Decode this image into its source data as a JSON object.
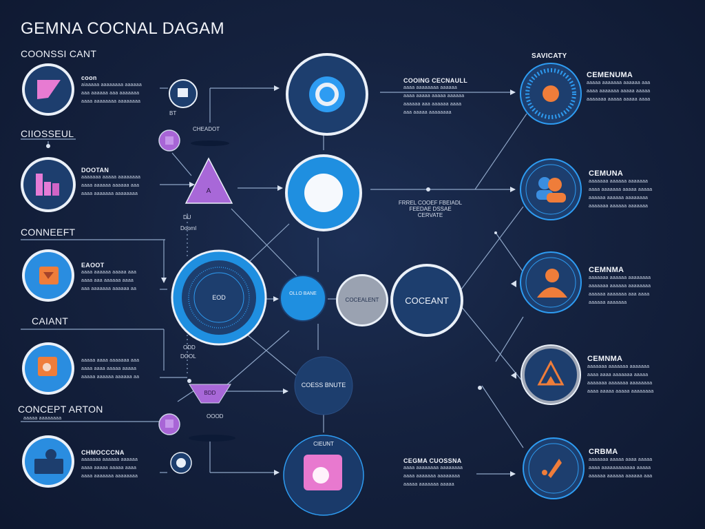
{
  "title": "GEMNA COCNAL DAGAM",
  "left_labels": [
    "COONSSI CANT",
    "CIIOSSEUL",
    "CONNEEFT",
    "CAIANT",
    "CONCEPT ARTON"
  ],
  "left_captions": [
    {
      "title": "coon",
      "lines": [
        "aiaaaaa aaaaaaaa aaaaaa",
        "aaa aaaaaa aaa aaaaaaa",
        "aaaa aaaaaaaa aaaaaaaa"
      ]
    },
    {
      "title": "DOOTAN",
      "lines": [
        "aaaaaaa aaaaa aaaaaaaa",
        "aaaa aaaaaa aaaaaa aaa",
        "aaaa aaaaaaa aaaaaaaa"
      ]
    },
    {
      "title": "EAOOT",
      "lines": [
        "aaaa aaaaaa aaaaa aaa",
        "aaaa aaa aaaaaa aaaa",
        "aaa aaaaaaa aaaaaa aa"
      ]
    },
    {
      "title": "",
      "lines": [
        "aaaaa aaaa aaaaaaa aaa",
        "aaaa aaaa aaaaa aaaaa",
        "aaaaa aaaaaa aaaaaa aa"
      ]
    },
    {
      "title": "CHMOCCCNA",
      "lines": [
        "aaaaaaa aaaaaa aaaaaa",
        "aaaa aaaaa aaaaa aaaa",
        "aaaa aaaaaaa aaaaaaaa"
      ]
    }
  ],
  "tiny_labels": {
    "a": "BT",
    "b": "CHEADOT",
    "c": "DU",
    "d": "Dooml",
    "e": "DOOL",
    "f": "ODD",
    "g": "OOOD",
    "concept_arton_sub": "aaaaa aaaaaaaa"
  },
  "center_nodes": {
    "top_caption_title": "COOING CECNAULL",
    "top_caption_lines": [
      "aaaa aaaaaaaa aaaaaa",
      "aaaa aaaaa aaaaa aaaaaa",
      "aaaaaa aaa aaaaaa aaaa",
      "aaa aaaaa aaaaaaaa"
    ],
    "mid_caption_lines": [
      "FRREL COOEF FBEIADL",
      "FEEDAE DSSAE",
      "CERVATE"
    ],
    "big_ring_label": "EOD",
    "small_node_label": "OLLO BANE",
    "grey_node_label": "COCEALENT",
    "concept_node_label": "COCEANT",
    "lower_node_label": "COESS BNUTE",
    "triangle_label": "A",
    "funnel_label": "BDD",
    "bottom_node_label": "CIEUNT",
    "bottom_caption_title": "CEGMA CUOSSNA",
    "bottom_caption_lines": [
      "aaaa aaaaaaaa aaaaaaaa",
      "aaaa aaaaaaa aaaaaaaa",
      "aaaaa aaaaaaa aaaaa"
    ]
  },
  "right_header": "SAVICATY",
  "right_items": [
    {
      "title": "CEMENUMA",
      "lines": [
        "aaaaa aaaaaaa aaaaaa aaa",
        "aaaa aaaaaaa aaaaa aaaaa",
        "aaaaaaa aaaaa aaaaa aaaa"
      ]
    },
    {
      "title": "CEMUNA",
      "lines": [
        "aaaaaaa aaaaaa aaaaaaa",
        "aaaa aaaaaaa aaaaa aaaaa",
        "aaaaaa aaaaaa aaaaaaaa",
        "aaaaaaa aaaaaa aaaaaaa"
      ]
    },
    {
      "title": "CEMNMA",
      "lines": [
        "aaaaaaa aaaaaa aaaaaaaa",
        "aaaaaaa aaaaaa aaaaaaaa",
        "aaaaaa aaaaaaa aaa aaaa",
        "aaaaaa aaaaaaa"
      ]
    },
    {
      "title": "CEMNMA",
      "lines": [
        "aaaaaaa aaaaaaa aaaaaaa",
        "aaaa aaaa aaaaaaa aaaaa",
        "aaaaaaa aaaaaaa aaaaaaaa",
        "aaaa aaaaa aaaaa aaaaaaaa"
      ]
    },
    {
      "title": "CRBMA",
      "lines": [
        "aaaaaaa aaaaa aaaa aaaaa",
        "aaaa aaaaaaaaaaaa aaaaa",
        "aaaaaa aaaaaa aaaaaa aaa"
      ]
    }
  ],
  "colors": {
    "background": "#15223f",
    "ring_white": "#e6ecf6",
    "blue": "#1f8fe0",
    "navy": "#1d3e6e",
    "orange": "#e5763b",
    "purple": "#a66fd0",
    "pink": "#e879cf",
    "line": "#8fa6c7"
  }
}
